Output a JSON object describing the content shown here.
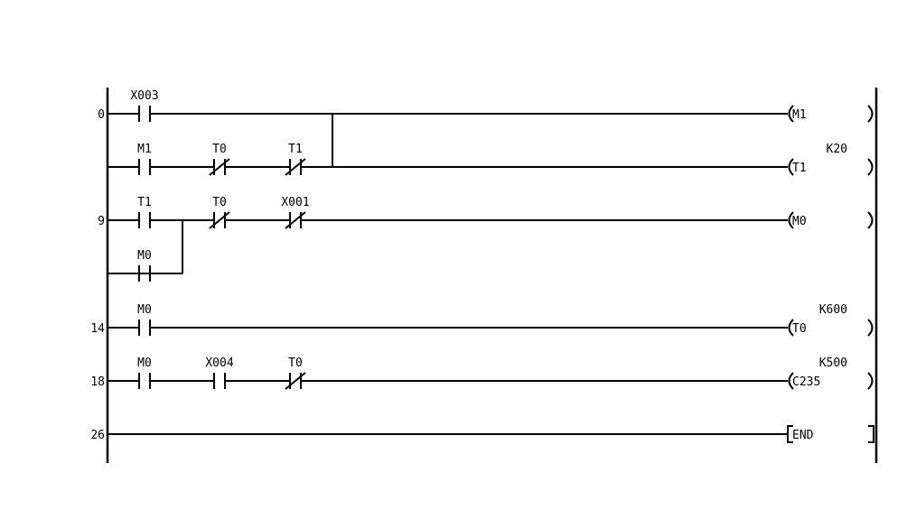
{
  "diagram": {
    "rungs": [
      {
        "step": "0",
        "label_above_coil": "",
        "coil_type": "coil",
        "coil_label": "M1",
        "contacts": [
          {
            "label": "X003",
            "type": "NO",
            "row": 0,
            "col": 0
          }
        ]
      },
      {
        "step": "",
        "label_above_coil": "K20",
        "coil_type": "coil",
        "coil_label": "T1",
        "contacts": [
          {
            "label": "M1",
            "type": "NO",
            "row": 0,
            "col": 0
          },
          {
            "label": "T0",
            "type": "NC",
            "row": 0,
            "col": 1
          },
          {
            "label": "T1",
            "type": "NC",
            "row": 0,
            "col": 2
          }
        ]
      },
      {
        "step": "9",
        "label_above_coil": "",
        "coil_type": "coil",
        "coil_label": "M0",
        "contacts": [
          {
            "label": "T1",
            "type": "NO",
            "row": 0,
            "col": 0
          },
          {
            "label": "T0",
            "type": "NC",
            "row": 0,
            "col": 1
          },
          {
            "label": "X001",
            "type": "NC",
            "row": 0,
            "col": 2
          },
          {
            "label": "M0",
            "type": "NO",
            "row": 1,
            "col": 0
          }
        ]
      },
      {
        "step": "14",
        "label_above_coil": "K600",
        "coil_type": "coil",
        "coil_label": "T0",
        "contacts": [
          {
            "label": "M0",
            "type": "NO",
            "row": 0,
            "col": 0
          }
        ]
      },
      {
        "step": "18",
        "label_above_coil": "K500",
        "coil_type": "coil",
        "coil_label": "C235",
        "contacts": [
          {
            "label": "M0",
            "type": "NO",
            "row": 0,
            "col": 0
          },
          {
            "label": "X004",
            "type": "NO",
            "row": 0,
            "col": 1
          },
          {
            "label": "T0",
            "type": "NC",
            "row": 0,
            "col": 2
          }
        ]
      },
      {
        "step": "26",
        "label_above_coil": "",
        "coil_type": "end",
        "coil_label": "END",
        "contacts": []
      }
    ]
  }
}
